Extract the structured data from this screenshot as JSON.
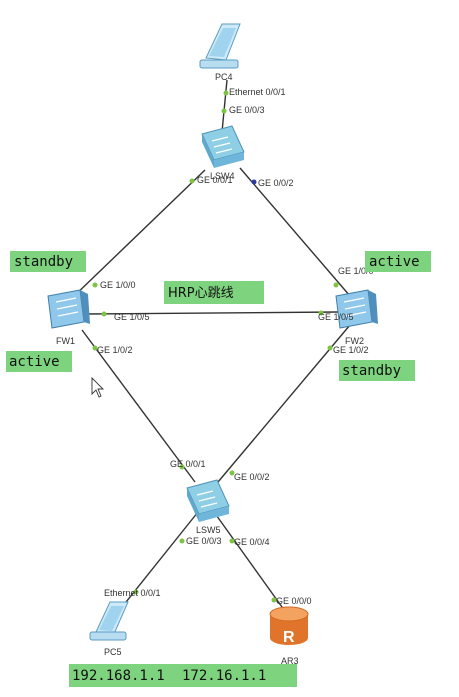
{
  "colors": {
    "link": "#333333",
    "label_bg": "#7ed37e",
    "port_dot": "#7dc443",
    "port_dot_alt": "#2b3b9e",
    "switch": "#8ecfe6",
    "firewall": "#8fc8ea",
    "pc": "#9fd3ee",
    "router": "#f08a3a"
  },
  "devices": {
    "pc4": "PC4",
    "lsw4": "LSW4",
    "fw1": "FW1",
    "fw2": "FW2",
    "lsw5": "LSW5",
    "pc5": "PC5",
    "ar3": "AR3"
  },
  "ports": {
    "pc4_eth": "Ethernet 0/0/1",
    "lsw4_ge003": "GE 0/0/3",
    "lsw4_ge001": "GE 0/0/1",
    "lsw4_ge002": "GE 0/0/2",
    "fw1_ge100": "GE 1/0/0",
    "fw1_ge105": "GE 1/0/5",
    "fw1_ge102": "GE 1/0/2",
    "fw2_ge100": "GE 1/0/0",
    "fw2_ge105": "GE 1/0/5",
    "fw2_ge102": "GE 1/0/2",
    "lsw5_ge001": "GE 0/0/1",
    "lsw5_ge002": "GE 0/0/2",
    "lsw5_ge003": "GE 0/0/3",
    "lsw5_ge004": "GE 0/0/4",
    "pc5_eth": "Ethernet 0/0/1",
    "ar3_ge000": "GE 0/0/0"
  },
  "tags": {
    "fw1_top": "standby",
    "fw2_top": "active",
    "heartbeat": "HRP心跳线",
    "fw1_bottom": "active",
    "fw2_bottom": "standby",
    "ip1": "192.168.1.1",
    "ip2": "172.16.1.1"
  }
}
